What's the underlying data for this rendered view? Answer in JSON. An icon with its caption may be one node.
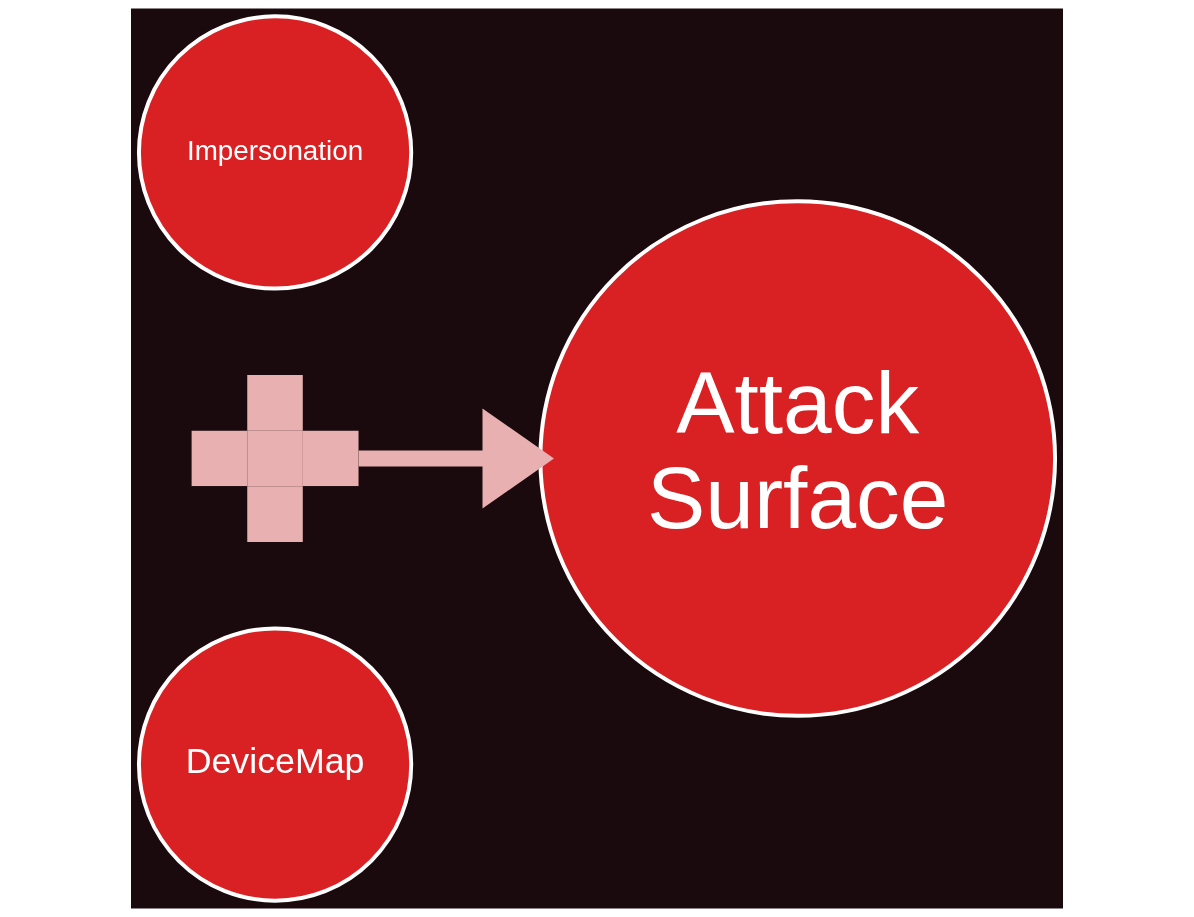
{
  "diagram": {
    "nodes": [
      {
        "text": [
          "Impersonation"
        ]
      },
      {
        "text": [
          "DeviceMap"
        ]
      },
      {
        "text": [
          "Attack Surface"
        ]
      },
      {
        "text": [],
        "shape": "plus"
      }
    ],
    "edges": [
      {
        "from": 3,
        "to": 2,
        "arrow": "to"
      }
    ]
  }
}
